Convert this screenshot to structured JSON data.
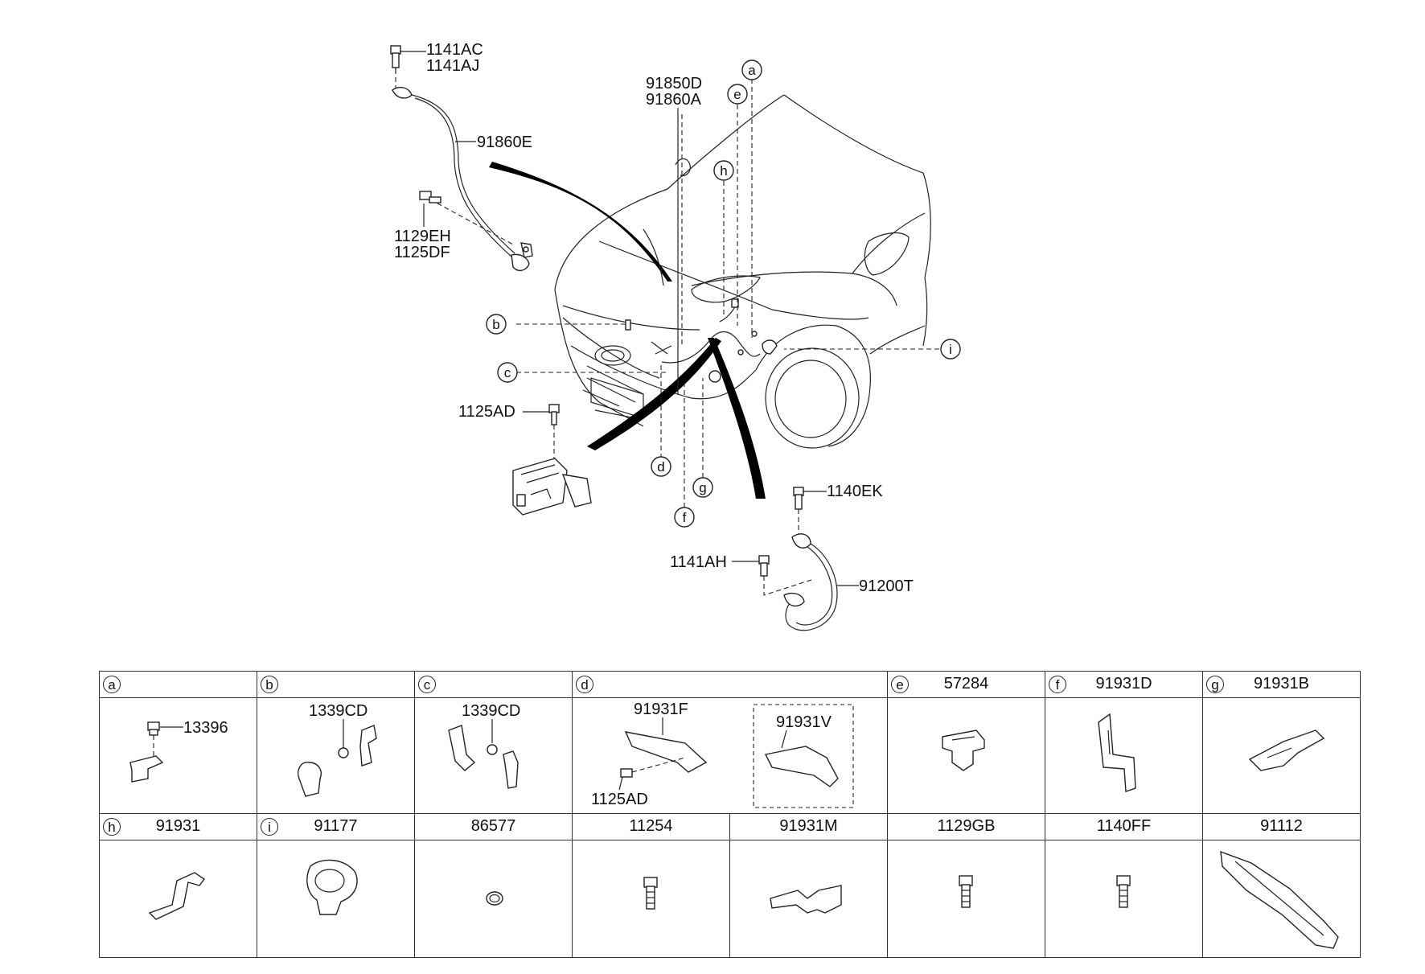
{
  "main_labels": {
    "bolt_top_a": "1141AC",
    "bolt_top_b": "1141AJ",
    "cable_top": "91860E",
    "bolt_mid_a": "1129EH",
    "bolt_mid_b": "1125DF",
    "harness_a": "91850D",
    "harness_b": "91860A",
    "bracket_bolt": "1125AD",
    "battery_bolt": "1140EK",
    "ground_bolt": "1141AH",
    "battery_cable": "91200T"
  },
  "callouts": [
    "a",
    "b",
    "c",
    "d",
    "e",
    "f",
    "g",
    "h",
    "i"
  ],
  "table": {
    "row1": [
      {
        "letter": "a",
        "num": "",
        "part": "13396"
      },
      {
        "letter": "b",
        "num": "",
        "part": "1339CD"
      },
      {
        "letter": "c",
        "num": "",
        "part": "1339CD"
      },
      {
        "letter": "d",
        "num": "",
        "part_a": "91931F",
        "part_b": "91931V",
        "part_c": "1125AD"
      },
      {
        "letter": "e",
        "num": "57284"
      },
      {
        "letter": "f",
        "num": "91931D"
      },
      {
        "letter": "g",
        "num": "91931B"
      }
    ],
    "row2": [
      {
        "letter": "h",
        "num": "91931"
      },
      {
        "letter": "i",
        "num": "91177"
      },
      {
        "letter": "",
        "num": "86577"
      },
      {
        "letter": "",
        "num": "11254"
      },
      {
        "letter": "",
        "num": "91931M"
      },
      {
        "letter": "",
        "num": "1129GB"
      },
      {
        "letter": "",
        "num": "1140FF"
      },
      {
        "letter": "",
        "num": "91112"
      }
    ]
  }
}
